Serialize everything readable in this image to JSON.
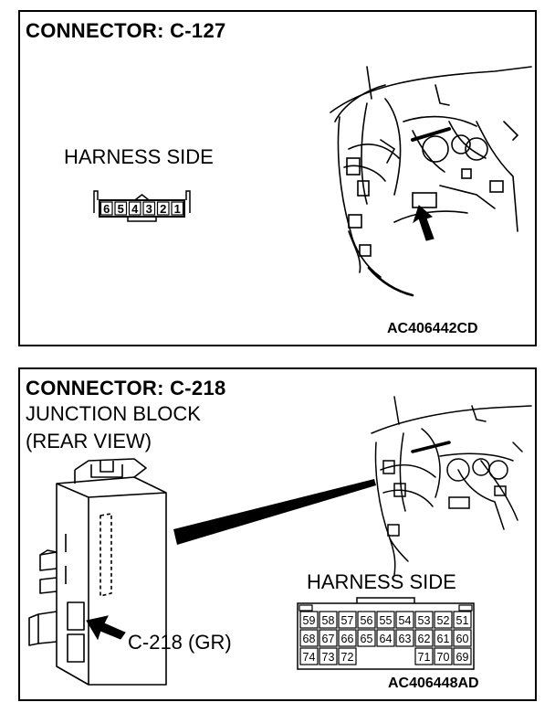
{
  "connector1": {
    "title": "CONNECTOR: C-127",
    "harness_label": "HARNESS SIDE",
    "pins": [
      "6",
      "5",
      "4",
      "3",
      "2",
      "1"
    ],
    "figure_code": "AC406442CD"
  },
  "connector2": {
    "title": "CONNECTOR: C-218",
    "subtitle_line1": "JUNCTION BLOCK",
    "subtitle_line2": "(REAR VIEW)",
    "callout_label": "C-218 (GR)",
    "harness_label": "HARNESS SIDE",
    "pin_rows": [
      [
        "59",
        "58",
        "57",
        "56",
        "55",
        "54",
        "53",
        "52",
        "51"
      ],
      [
        "68",
        "67",
        "66",
        "65",
        "64",
        "63",
        "62",
        "61",
        "60"
      ],
      [
        "74",
        "73",
        "72",
        "",
        "",
        "",
        "71",
        "70",
        "69"
      ]
    ],
    "figure_code": "AC406448AD"
  }
}
